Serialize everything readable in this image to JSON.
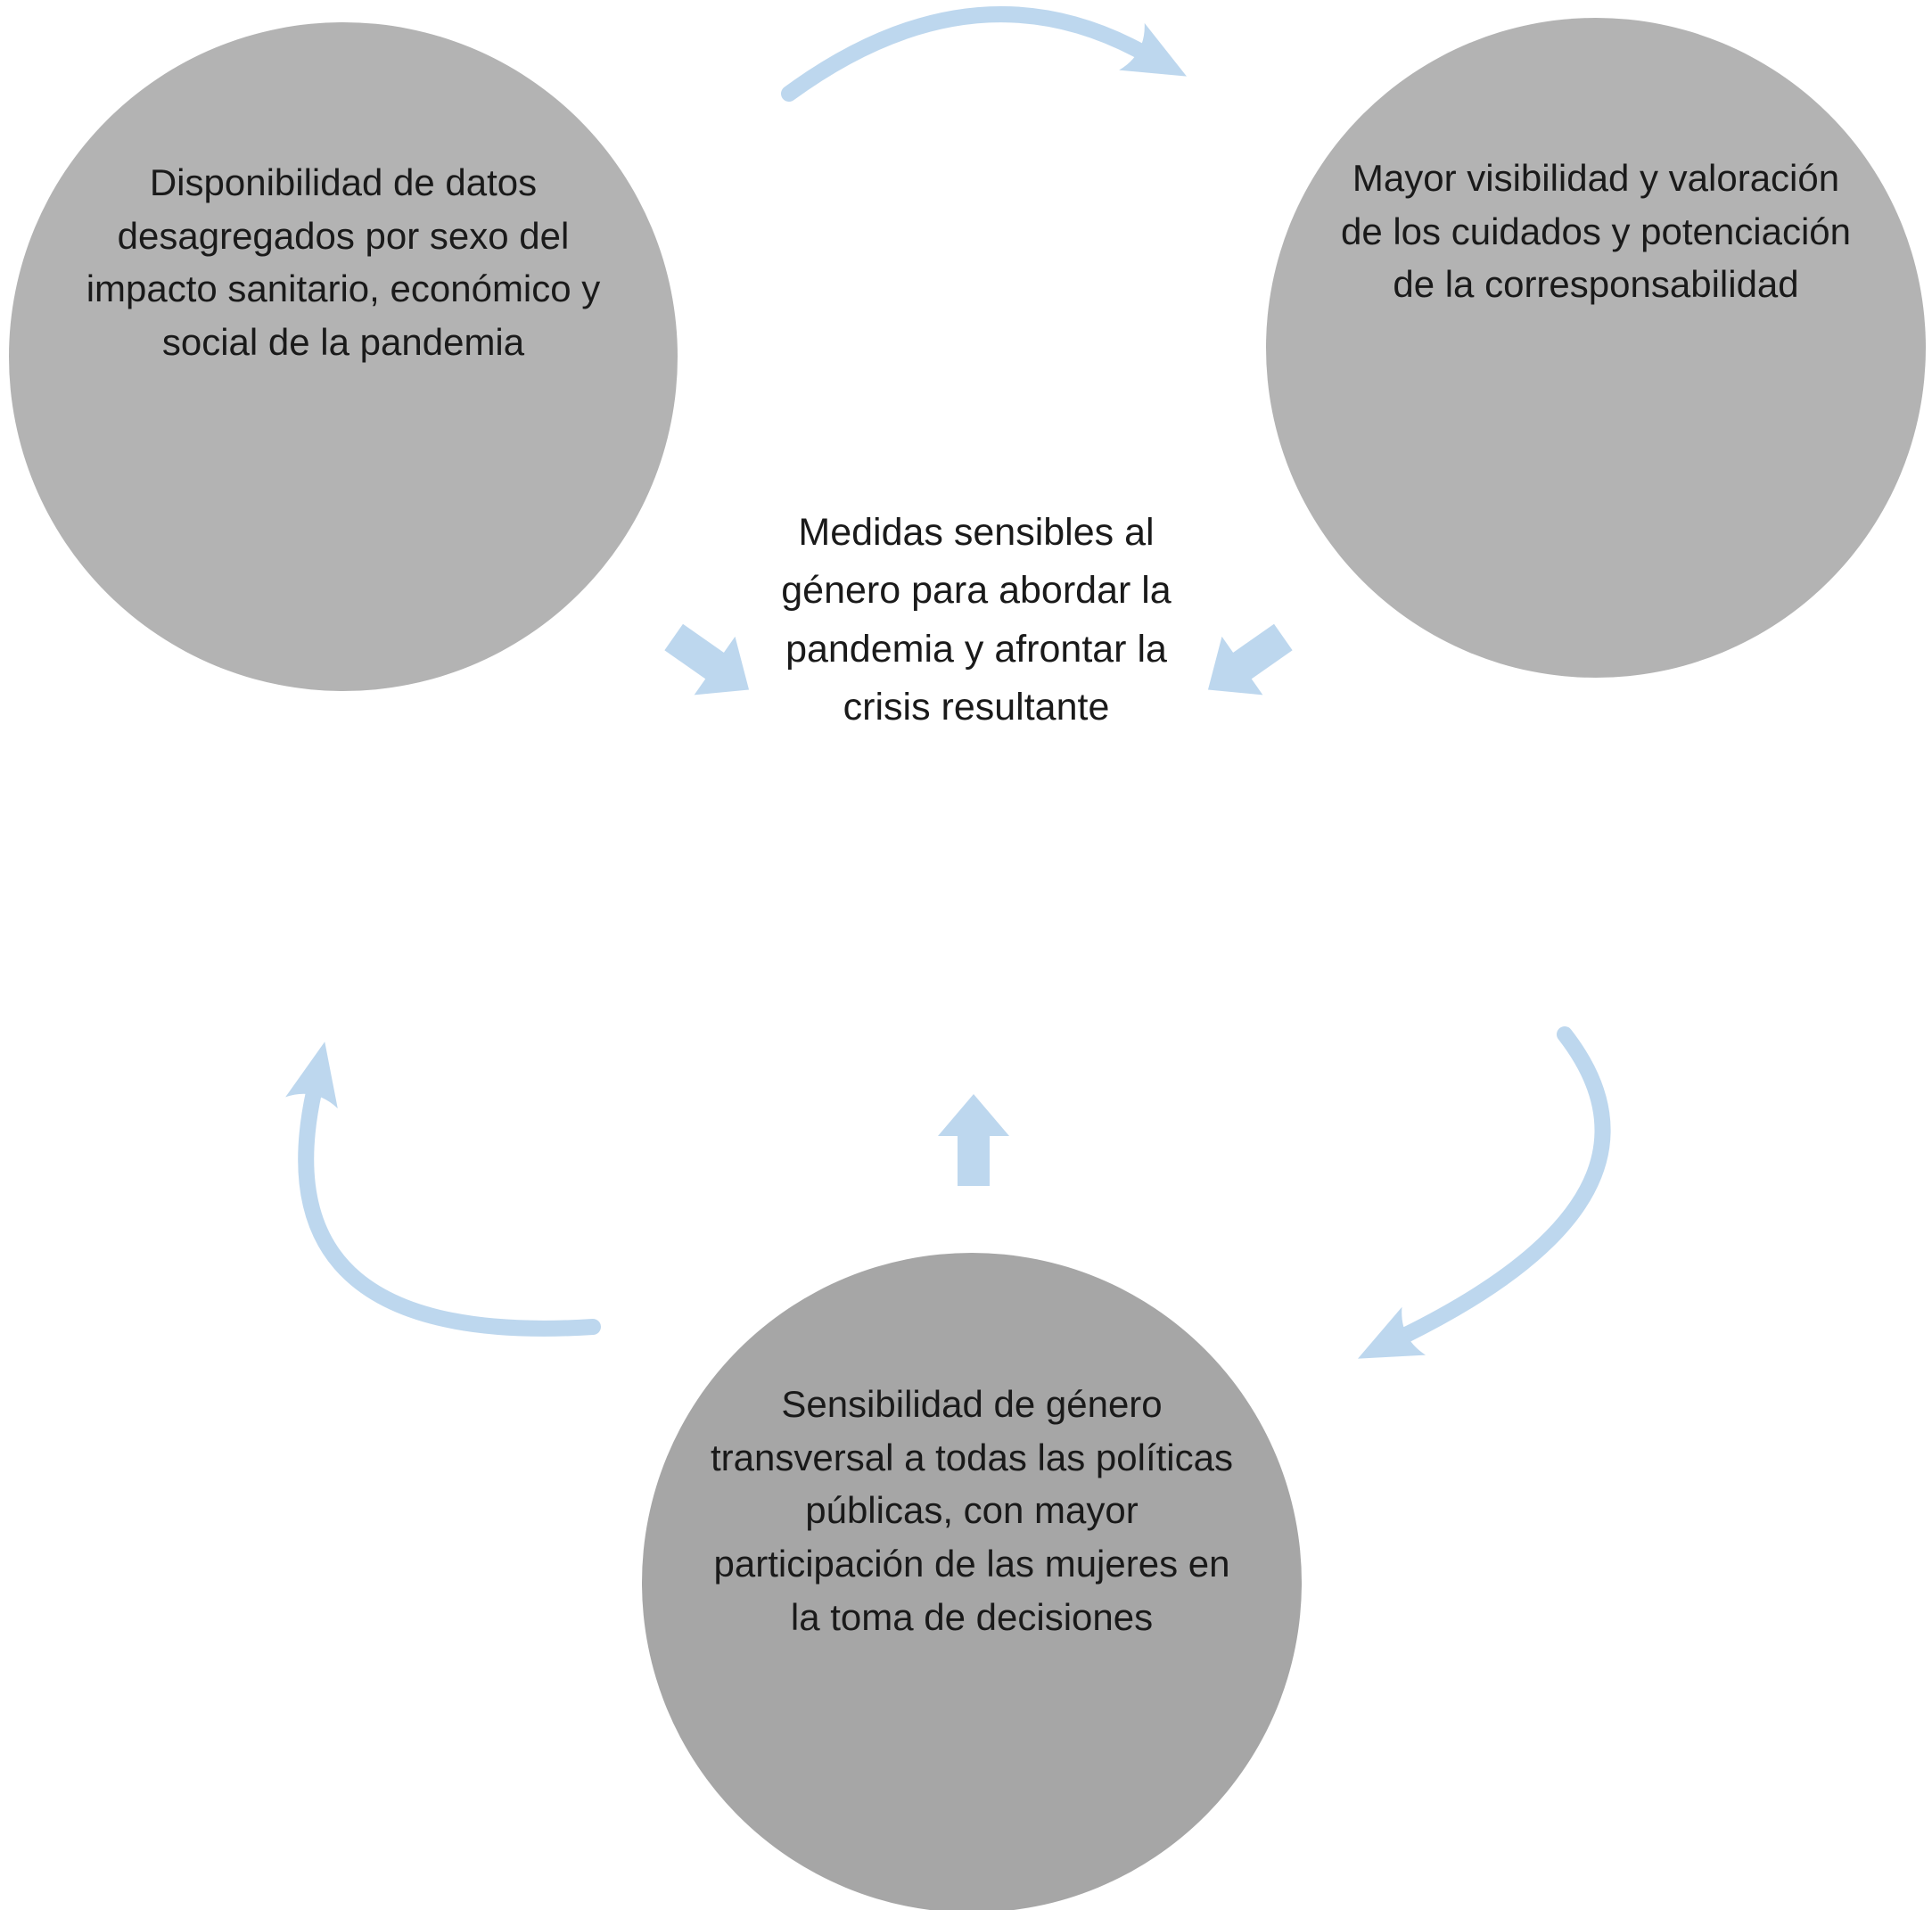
{
  "diagram": {
    "center": {
      "text": "Medidas sensibles al género para abordar la pandemia y afrontar la crisis resultante"
    },
    "circles": [
      {
        "id": "top-left",
        "text": "Disponibilidad de datos desagregados por sexo del impacto sanitario, económico y social de la pandemia"
      },
      {
        "id": "top-right",
        "text": "Mayor visibilidad y valoración de los cuidados y potenciación de la corresponsabilidad"
      },
      {
        "id": "bottom",
        "text": "Sensibilidad de género transversal a todas las políticas públicas, con mayor participación de las mujeres en la toma de decisiones"
      }
    ],
    "arrows": {
      "cycle": [
        "top-left-to-top-right",
        "top-right-to-bottom",
        "bottom-to-top-left"
      ],
      "converging": [
        "left-to-center",
        "right-to-center",
        "bottom-to-center"
      ]
    },
    "colors": {
      "circle_gray": "#b3b3b3",
      "circle_gray_dark": "#a6a6a6",
      "arrow_blue": "#bdd7ee",
      "text": "#1a1a1a",
      "background": "#ffffff"
    }
  }
}
